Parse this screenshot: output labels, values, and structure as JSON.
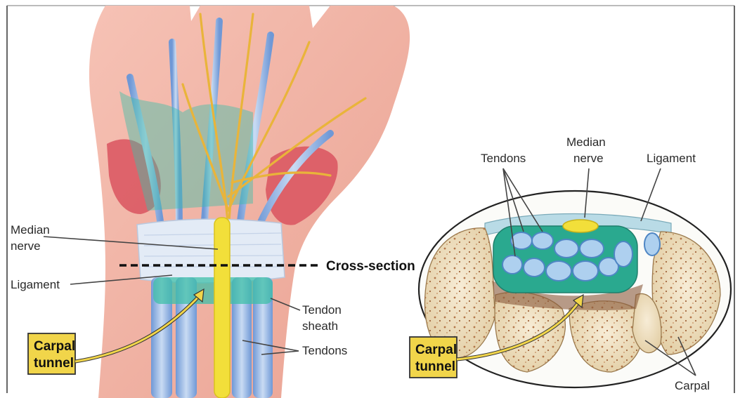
{
  "left_figure": {
    "labels": {
      "median_nerve": [
        "Median",
        "nerve"
      ],
      "ligament": "Ligament",
      "cross_section": "Cross-section",
      "tendon_sheath": [
        "Tendon",
        "sheath"
      ],
      "tendons": "Tendons",
      "carpal_tunnel": [
        "Carpal",
        "tunnel"
      ]
    }
  },
  "right_figure": {
    "labels": {
      "tendons": "Tendons",
      "median_nerve": [
        "Median",
        "nerve"
      ],
      "ligament": "Ligament",
      "carpal_tunnel": [
        "Carpal",
        "tunnel"
      ],
      "carpal": "Carpal"
    }
  },
  "colors": {
    "skin": "#f2b6a8",
    "muscle": "#d9545f",
    "tendon_blue": "#8fb3e0",
    "sheath_teal": "#3fbfa8",
    "nerve_yellow": "#f2df3a",
    "ligament": "#dfe7f2",
    "bone": "#efe0c3",
    "callout_box": "#f1d54a"
  }
}
